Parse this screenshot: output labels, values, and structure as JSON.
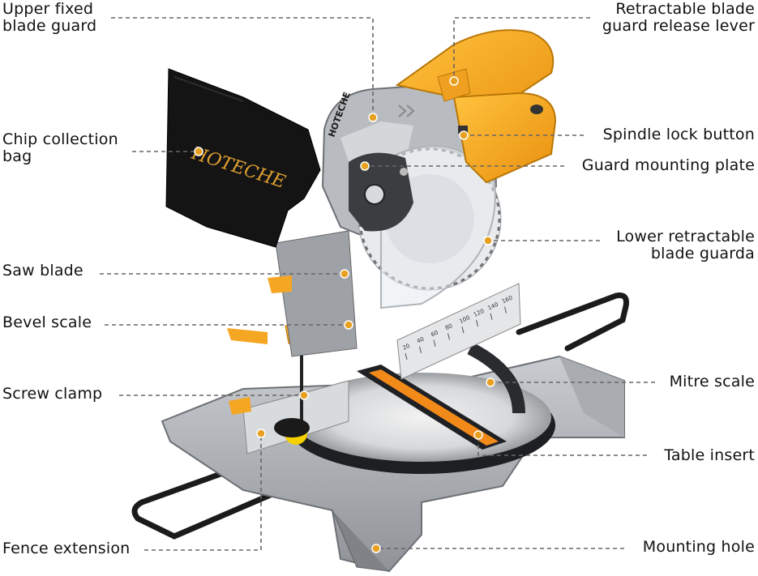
{
  "labels": {
    "upper_guard": {
      "line1": "Upper fixed",
      "line2": "blade guard"
    },
    "chip_bag": {
      "line1": "Chip collection",
      "line2": "bag"
    },
    "saw_blade": "Saw blade",
    "bevel_scale": "Bevel scale",
    "screw_clamp": "Screw clamp",
    "fence_extension": "Fence extension",
    "release_lever": {
      "line1": "Retractable blade",
      "line2": "guard release lever"
    },
    "spindle_lock": "Spindle lock button",
    "guard_plate": "Guard mounting plate",
    "lower_guard": {
      "line1": "Lower retractable",
      "line2": "blade guarda"
    },
    "mitre_scale": "Mitre scale",
    "table_insert": "Table insert",
    "mounting_hole": "Mounting hole"
  },
  "brand": {
    "bag_logo": "HOTECHE",
    "head_logo": "HOTECHE"
  },
  "fence_scale_ticks": [
    "20",
    "40",
    "60",
    "80",
    "100",
    "120",
    "140",
    "160"
  ],
  "colors": {
    "body_yellow": "#f5a623",
    "metal_gray": "#b8bcc0",
    "dark_gray": "#4a4d52",
    "bag_black": "#141414",
    "leader_line": "#666666",
    "dot": "#e8a020"
  }
}
